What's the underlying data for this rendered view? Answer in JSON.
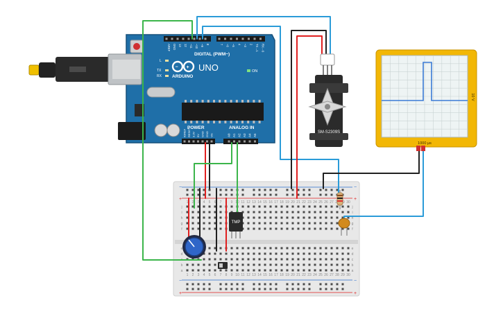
{
  "arduino": {
    "brand": "ARDUINO",
    "model": "UNO",
    "digital_label": "DIGITAL (PWM~)",
    "power_label": "POWER",
    "analog_label": "ANALOG IN",
    "on_label": "ON",
    "led_l": "L",
    "led_tx": "TX",
    "led_rx": "RX",
    "top_pins": [
      "AREF",
      "GND",
      "13",
      "12",
      "~11",
      "~10",
      "~9",
      "8",
      "7",
      "~6",
      "~5",
      "4",
      "~3",
      "2",
      "TX→1",
      "RX←0"
    ],
    "power_pins": [
      "IOREF",
      "RESET",
      "3.3V",
      "5V",
      "GND",
      "GND",
      "Vin"
    ],
    "analog_pins": [
      "A0",
      "A1",
      "A2",
      "A3",
      "A4",
      "A5"
    ]
  },
  "servo": {
    "model": "SM-S2309S"
  },
  "sensor": {
    "label": "TMP"
  },
  "oscilloscope": {
    "time_label": "1000 µs",
    "volt_label": "10 V"
  },
  "breadboard": {
    "rows": [
      "a",
      "b",
      "c",
      "d",
      "e",
      "f",
      "g",
      "h",
      "i",
      "j"
    ],
    "columns": [
      "1",
      "2",
      "3",
      "4",
      "5",
      "6",
      "7",
      "8",
      "9",
      "10",
      "11",
      "12",
      "13",
      "14",
      "15",
      "16",
      "17",
      "18",
      "19",
      "20",
      "21",
      "22",
      "23",
      "24",
      "25",
      "26",
      "27",
      "28",
      "29",
      "30"
    ],
    "plus": "+",
    "minus": "−"
  },
  "colors": {
    "board": "#1f6fa8",
    "board_dark": "#17507a",
    "scope_frame": "#f2b705",
    "scope_screen": "#eef4f4",
    "trace": "#3a7bd5",
    "wire_red": "#e02020",
    "wire_black": "#202020",
    "wire_green": "#3bb54a",
    "wire_blue": "#2a9bd8",
    "breadboard": "#e6e6e6"
  }
}
